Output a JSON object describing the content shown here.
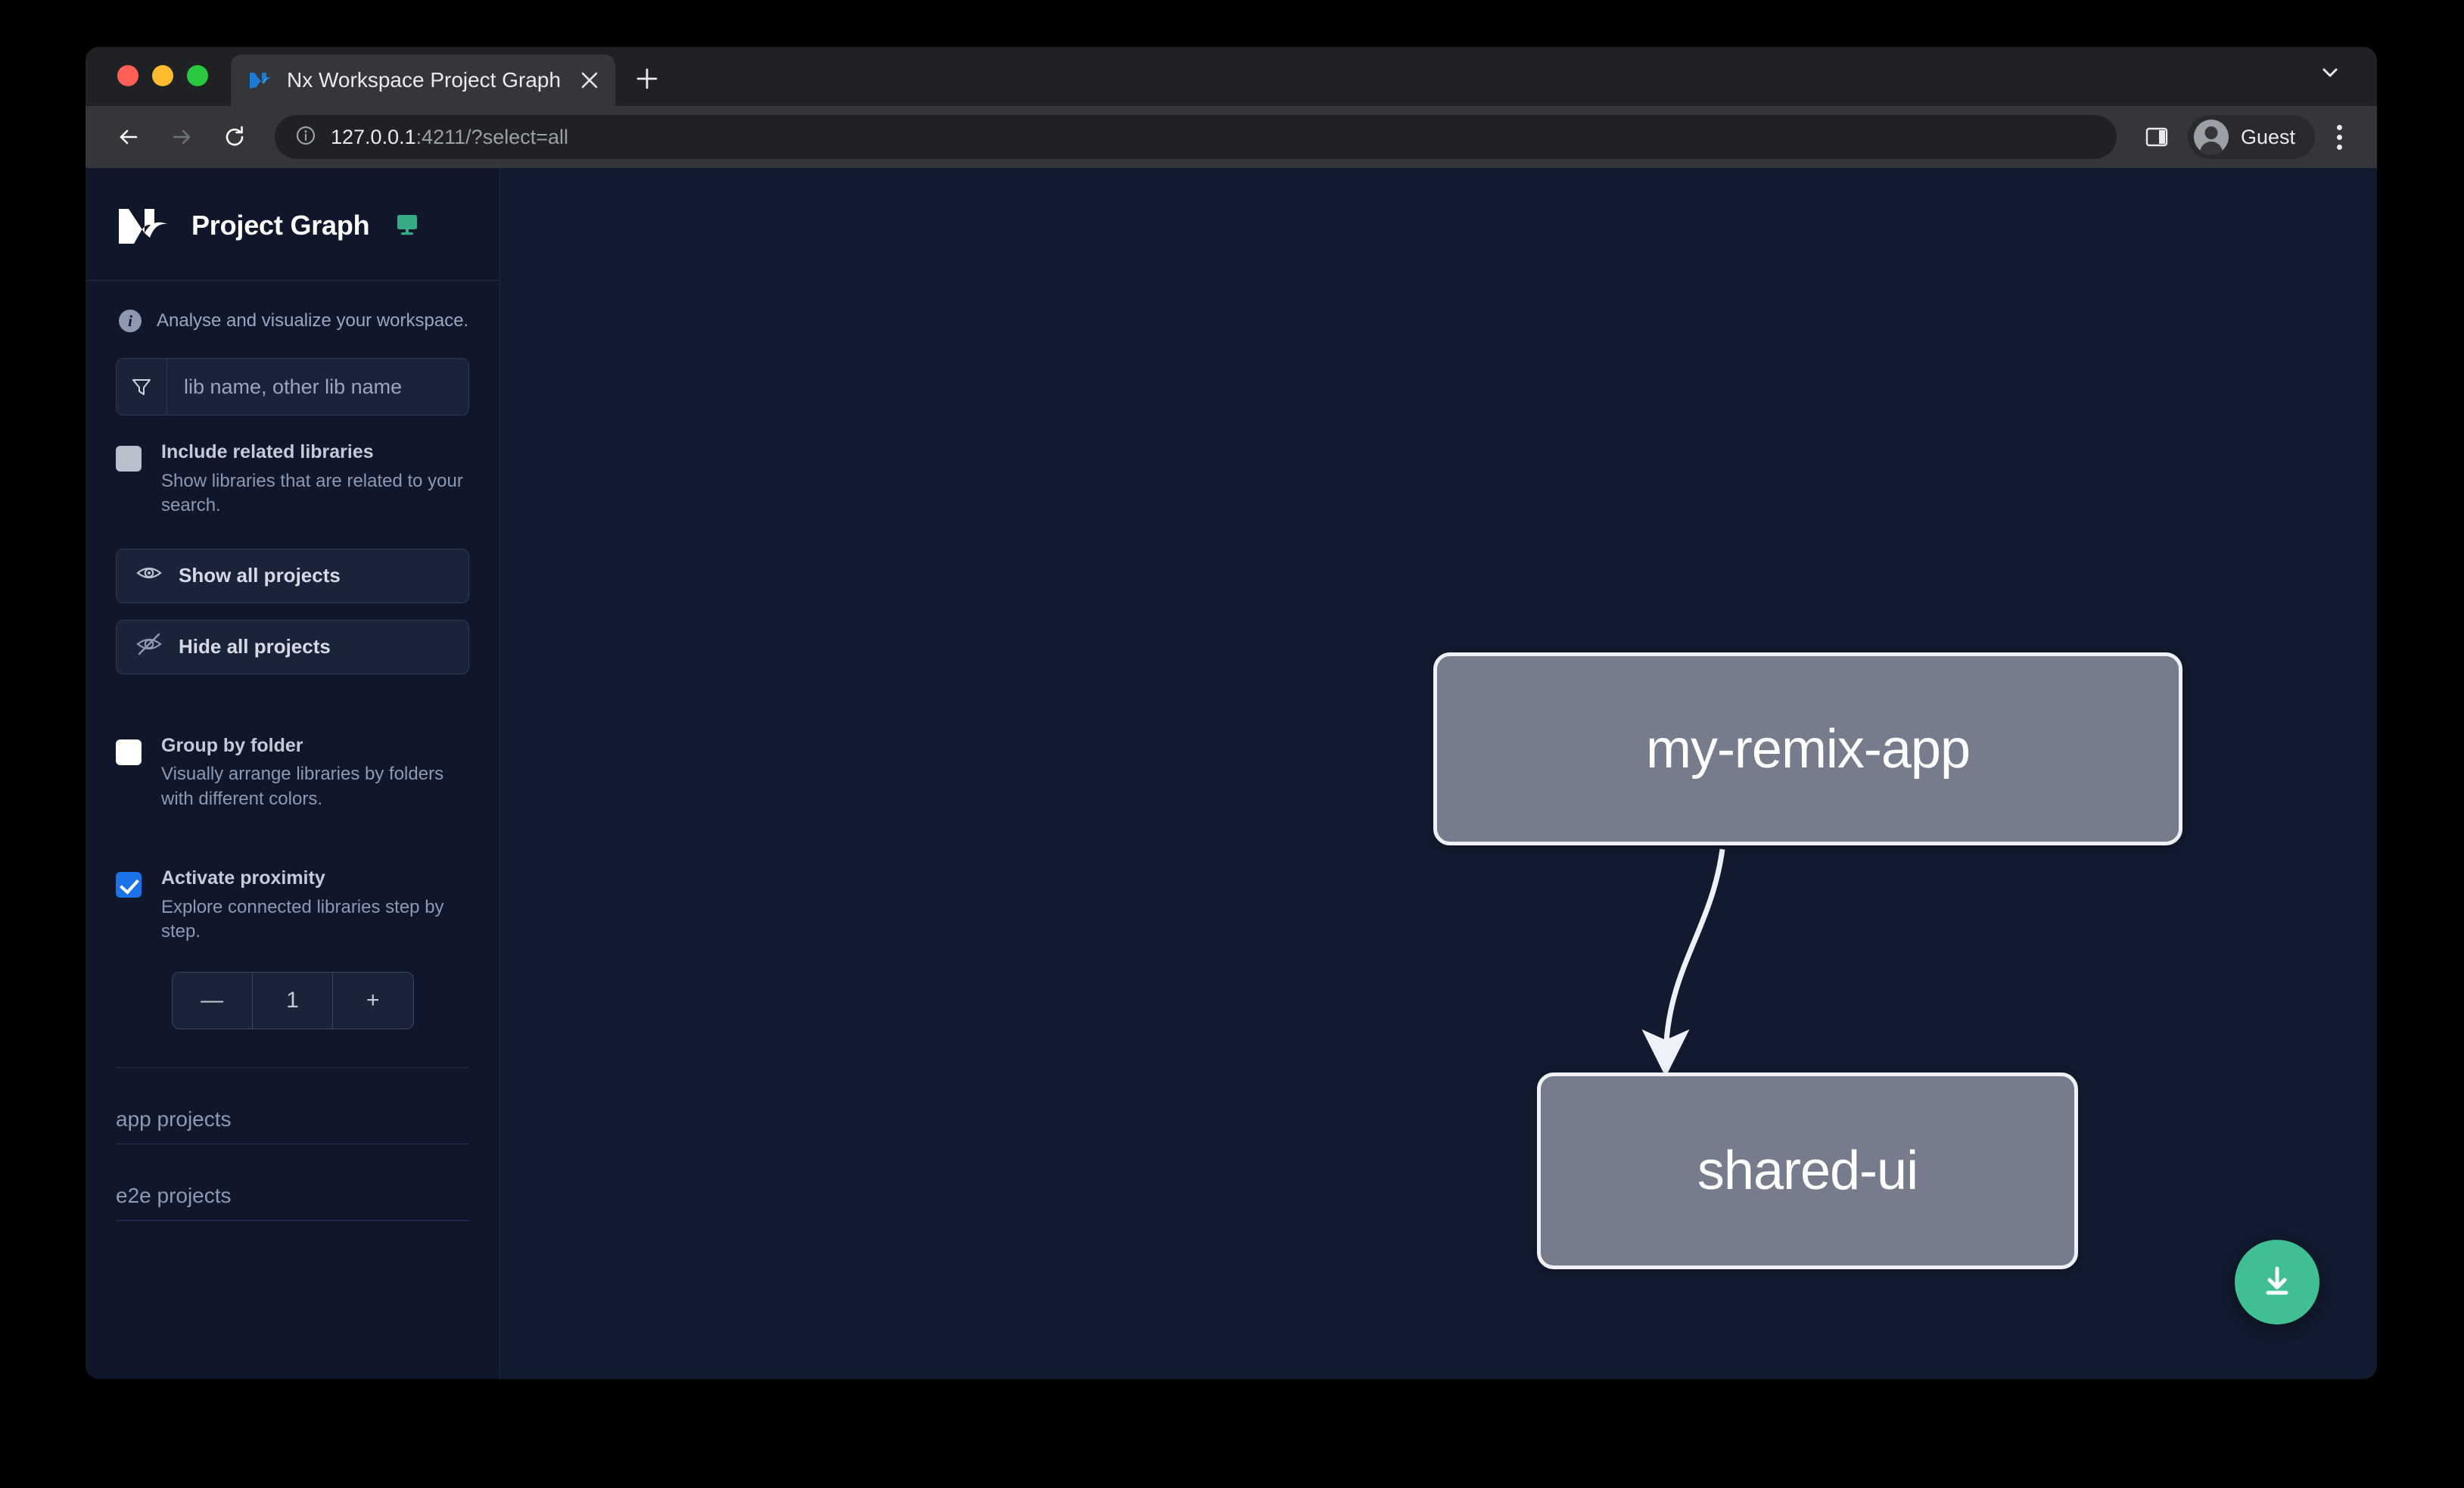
{
  "browser": {
    "tab": {
      "title": "Nx Workspace Project Graph",
      "favicon_icon": "nx-logo-icon",
      "close_icon": "close-icon"
    },
    "new_tab_icon": "plus-icon",
    "tabstrip_chevron_icon": "chevron-down-icon",
    "toolbar": {
      "back_icon": "arrow-left-icon",
      "forward_icon": "arrow-right-icon",
      "reload_icon": "reload-icon",
      "site_info_icon": "info-circle-icon",
      "url_host": "127.0.0.1",
      "url_rest": ":4211/?select=all",
      "side_panel_icon": "side-panel-icon",
      "profile_name": "Guest",
      "profile_avatar_icon": "person-avatar-icon",
      "menu_icon": "three-dots-menu-icon"
    }
  },
  "sidebar": {
    "logo_icon": "nx-logo-icon",
    "title": "Project Graph",
    "monitor_icon": "monitor-icon",
    "subtitle": "Analyse and visualize your workspace.",
    "info_icon": "info-icon",
    "filter": {
      "icon": "filter-funnel-icon",
      "placeholder": "lib name, other lib name",
      "value": ""
    },
    "options": [
      {
        "id": "include-related-libraries",
        "label": "Include related libraries",
        "description": "Show libraries that are related to your search.",
        "checked": false,
        "style": "gray"
      },
      {
        "id": "group-by-folder",
        "label": "Group by folder",
        "description": "Visually arrange libraries by folders with different colors.",
        "checked": false,
        "style": "white"
      },
      {
        "id": "activate-proximity",
        "label": "Activate proximity",
        "description": "Explore connected libraries step by step.",
        "checked": true,
        "style": "blue"
      }
    ],
    "buttons": [
      {
        "id": "show-all-projects",
        "label": "Show all projects",
        "icon": "eye-icon"
      },
      {
        "id": "hide-all-projects",
        "label": "Hide all projects",
        "icon": "eye-off-icon"
      }
    ],
    "stepper": {
      "decrement_label": "—",
      "value": "1",
      "increment_label": "+"
    },
    "groups": [
      {
        "id": "app-projects",
        "label": "app projects"
      },
      {
        "id": "e2e-projects",
        "label": "e2e projects"
      }
    ]
  },
  "graph": {
    "nodes": [
      {
        "id": "my-remix-app",
        "label": "my-remix-app"
      },
      {
        "id": "shared-ui",
        "label": "shared-ui"
      }
    ],
    "edges": [
      {
        "from": "my-remix-app",
        "to": "shared-ui"
      }
    ],
    "download_button": {
      "icon": "download-icon",
      "color": "#3fbf92"
    }
  },
  "colors": {
    "app_background": "#111a2e",
    "sidebar_background": "#10172b",
    "node_fill": "#767c8c",
    "node_border": "#eef1f7",
    "accent_green": "#3fbf92",
    "checkbox_blue": "#1a73e8"
  }
}
